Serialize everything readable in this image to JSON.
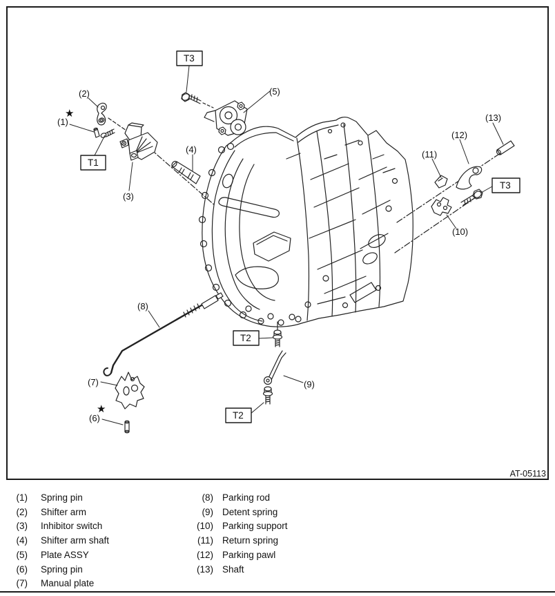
{
  "figure": {
    "code": "AT-05113",
    "callouts": [
      "(1)",
      "(2)",
      "(3)",
      "(4)",
      "(5)",
      "(6)",
      "(7)",
      "(8)",
      "(9)",
      "(10)",
      "(11)",
      "(12)",
      "(13)"
    ],
    "t1": "T1",
    "t2_upper": "T2",
    "t2_lower": "T2",
    "t3_top": "T3",
    "t3_right": "T3"
  },
  "icons": {
    "star_marker": "★"
  },
  "legend": {
    "left": [
      {
        "num": "(1)",
        "label": "Spring pin"
      },
      {
        "num": "(2)",
        "label": "Shifter arm"
      },
      {
        "num": "(3)",
        "label": "Inhibitor switch"
      },
      {
        "num": "(4)",
        "label": "Shifter arm shaft"
      },
      {
        "num": "(5)",
        "label": "Plate ASSY"
      },
      {
        "num": "(6)",
        "label": "Spring pin"
      },
      {
        "num": "(7)",
        "label": "Manual plate"
      }
    ],
    "right": [
      {
        "num": "(8)",
        "label": "Parking rod"
      },
      {
        "num": "(9)",
        "label": "Detent spring"
      },
      {
        "num": "(10)",
        "label": "Parking support"
      },
      {
        "num": "(11)",
        "label": "Return spring"
      },
      {
        "num": "(12)",
        "label": "Parking pawl"
      },
      {
        "num": "(13)",
        "label": "Shaft"
      }
    ]
  },
  "colors": {
    "line": "#1a1a1a",
    "background": "#ffffff"
  }
}
